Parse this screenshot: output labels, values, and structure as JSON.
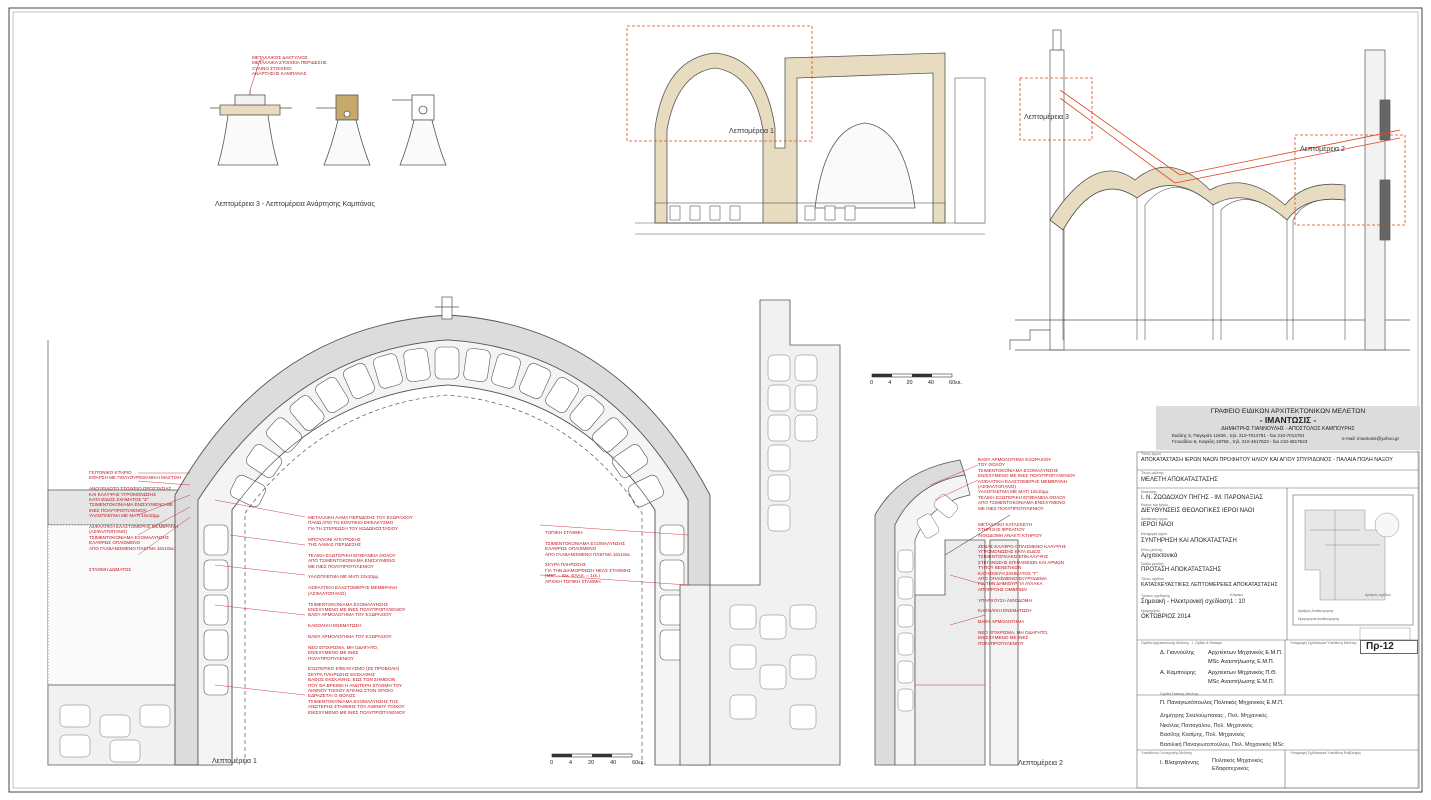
{
  "captions": {
    "bell_detail": "Λεπτομέρεια 3  -  Λεπτομέρεια Ανάρτησης Καμπάνας",
    "detail1_small": "Λεπτομέρεια 1",
    "detail3_small": "Λεπτομέρεια 3",
    "detail2_small": "Λεπτομέρεια 2",
    "detail1_large": "Λεπτομέρεια 1",
    "detail2_large": "Λεπτομέρεια 2"
  },
  "bell_notes": "ΜΕΤΑΛΛΙΚΟΣ ΔΑΚΤΥΛΙΟΣ\nΜΕΤΑΛΛΙΚΑ ΣΤΟΙΧΕΙΑ ΠΕΡΙΔΕΣΗΣ\nΞΥΛΙΝΟ ΣΤΟΙΧΕΙΟ\nΑΝΑΡΤΗΣΗΣ ΚΑΜΠΑΝΑΣ",
  "left_notes": "ΓΕΙΤΟΝΙΚΟ ΚΤΗΡΙΟ\nΕΦΑΡΣΗ ΜΕ ΠΟΛΥΟΥΡΕΘΑΝΙΚΗ ΜΑΣΤΙΧΗ\n\nΑΝΟΞΕΙΔΩΤΟ ΣΤΟΙΧΕΙΟ ΠΡΟΣΤΑΣΙΑΣ\nΚΑΙ ΚΑΛΥΨΗΣ ΥΓΡΟΜΟΝΩΣΗΣ\nΚΑΤΑ ΕΙΔΟΣ ΣΧΗΜΑΤΟΣ \"Z\"\nΤΣΙΜΕΝΤΟΚΟΝΙΑΜΑ ΕΝΙΣΧΥΜΕΝΟ ΜΕ\nΙΝΕΣ ΠΟΛΥΠΡΟΠΥΛΕΝΙΟΥ\nΥΑΛΟΠΛΕΓΜΑ ΜΕ ΜΑΤΙ 10x10μμ.\n\nΑΣΦΑΛΤΙΚΗ ΕΛΑΣΤΟΜΕΡΗΣ ΜΕΜΒΡΑΝΗ\n(ΑΣΦΑΛΤΟΠΑΝΟ)\nΤΣΙΜΕΝΤΟΚΟΝΙΑΜΑ ΕΞΟΜΑΛΥΝΣΗΣ\nΕΛΑΦΡΩΣ ΟΠΛΙΣΜΕΝΟ\nΑΠΟ ΓΑΛΒΑΝΙΣΜΕΝΟ ΠΛΕΓΜΑ 10x10εκ.\n\n\n\nΣΤΑΘΜΗ ΔΩΜΑΤΟΣ",
  "mid_notes": "ΜΕΤΑΛΛΙΚΗ ΛΑΜΑ ΠΕΡΙΔΕΣΗΣ ΤΟΥ ΕΞΩΡΑΧΙΟΥ\nΠΑΝΩ ΑΠΟ ΤΟ ΚΟΝΤΙΚΙΟ ΕΦΕΛΚΥΣΜΟ\nΓΙΑ ΤΗ ΣΤΕΡΕΩΣΗ ΤΟΥ ΚΩΔΩΝΟΣΤΑΣΙΟΥ\n\nΜΠΟΥΛΟΝΙ ΑΓΚΥΡΩΣΗΣ\nΤΗΣ ΛΑΜΑΣ ΠΕΡΙΔΕΣΗΣ\n\nΤΕΛΙΚΗ ΕΞΩΤΕΡΙΚΗ ΕΠΙΦΑΝΕΙΑ ΘΟΛΟΥ\nΑΠΟ ΤΣΙΜΕΝΤΟΚΟΝΙΑΜΑ ΕΝΙΣΧΥΜΕΝΟ\nΜΕ ΙΝΕΣ ΠΟΛΥΠΡΟΠΥΛΕΝΙΟΥ\n\nΥΑΛΟΠΛΕΓΜΑ ΜΕ ΜΑΤΙ 10x10μμ.\n\nΑΣΦΑΛΤΙΚΗ ΕΛΑΣΤΟΜΕΡΗΣ ΜΕΜΒΡΑΝΗ\n(ΑΣΦΑΛΤΟΠΑΝΟ)\n\nΤΣΙΜΕΝΤΟΚΟΝΙΑΜΑ ΕΞΟΜΑΛΥΝΣΗΣ\nΕΝΙΣΧΥΜΕΝΟ ΜΕ ΙΝΕΣ ΠΟΛΥΠΡΟΠΥΛΕΝΙΟΥ\nΒΑΘΥ ΑΡΜΟΛΟΓΗΜΑ ΤΟΥ ΕΞΩΡΑΧΙΟΥ\n\nΚΑΘΟΛΙΚΗ ΕΝΕΜΑΤΩΣΗ\n\nΒΑΘΥ ΑΡΜΟΛΟΓΗΜΑ ΤΟΥ ΕΞΩΡΑΧΙΟΥ\n\nΝΕΟ ΕΠΙΧΡΙΣΜΑ, ΜΗ ΟΔΗΓΗΤΟ,\nΕΝΙΣΧΥΜΕΝΟ ΜΕ ΙΝΕΣ\nΠΟΛΥΠΡΟΠΥΛΕΝΙΟΥ\n\nΕΞΩΤΕΡΙΚΟ ΕΦΕΛΚΥΣΜΟ (ΣΕ ΠΡΟΒΟΛΗ)\nΣΚΥΡΑ ΠΛΗΡΩΣΗΣ ΕΚΣΚΑΦΗΣ\nΒΑΘΟΣ ΕΚΣΚΑΦΗΣ, ΕΩΣ ΤΟΝ ΣΗΜΕΙΟΝ\nΠΟΥ ΘΑ ΒΡΕΘΕΙ Η ΑΝΩΤΕΡΗ ΣΤΑΘΜΗ ΤΟΥ\nΛΙΘΙΝΟΥ ΤΟΙΧΟΥ ΕΠΑΝΩ ΣΤΟΝ ΟΠΟΙΟ\nΕΔΡΑΖΕΤΑΙ Ο ΘΟΛΟΣ\nΤΣΙΜΕΝΤΟΚΟΝΙΑΜΑ ΕΞΟΜΑΛΥΝΣΗΣ ΤΗΣ\nΑΝΩΤΕΡΗΣ ΣΤΑΘΜΗΣ ΤΟΥ ΛΙΘΙΝΟΥ ΤΟΙΧΟΥ\nΕΝΙΣΧΥΜΕΝΟ ΜΕ ΙΝΕΣ ΠΟΛΥΠΡΟΠΥΛΕΝΙΟΥ",
  "center_notes": "ΤΟΠΙΚΗ ΣΤΑΘΜΗ\n\nΤΣΙΜΕΝΤΟΚΟΝΙΑΜΑ ΕΞΟΜΑΛΥΝΣΗΣ\nΕΛΑΦΡΩΣ ΟΠΛΙΣΜΕΝΟ\nΑΠΟ ΓΑΛΒΑΝΙΣΜΕΝΟ ΠΛΕΓΜΑ 10x10εκ.\n\nΣΚΥΡΑ ΠΛΗΡΩΣΗΣ\nΓΙΑ ΤΗΝ ΔΙΑΜΟΡΦΩΣΗ ΝΕΑΣ ΣΤΑΘΜΗΣ\n(ΜΕΓ. = 8εκ. ΕΛΑΧ. = 1εκ.)\nΑΡΧΙΚΗ ΤΟΠΙΚΗ ΣΤΑΘΜΗ",
  "right_notes": "ΒΑΘΥ ΑΡΜΟΛΟΓΗΜΑ ΕΞΩΡΑΧΙΟΥ\nΤΟΥ ΘΟΛΟΥ\nΤΣΙΜΕΝΤΟΚΟΝΙΑΜΑ ΕΞΟΜΑΛΥΝΣΗΣ\nΕΝΙΣΧΥΜΕΝΟ ΜΕ ΙΝΕΣ ΠΟΛΥΠΡΟΠΥΛΕΝΙΟΥ\nΑΣΦΑΛΤΙΚΗ ΕΛΑΣΤΟΜΕΡΗΣ ΜΕΜΒΡΑΝΗ\n(ΑΣΦΑΛΤΟΠΑΝΟ)\nΥΑΛΟΠΛΕΓΜΑ ΜΕ ΜΑΤΙ 10x10μμ.\nΤΕΛΙΚΗ ΕΞΩΤΕΡΙΚΗ ΕΠΙΦΑΝΕΙΑ ΘΟΛΟΥ\nΑΠΟ ΤΣΙΜΕΝΤΟΚΟΝΙΑΜΑ ΕΝΙΣΧΥΜΕΝΟ\nΜΕ ΙΝΕΣ ΠΟΛΥΠΡΟΠΥΛΕΝΙΟΥ\n\n\nΜΕΤΑΛΛΙΚΗ ΚΑΤΑΣΚΕΥΗ\nΣΤΗΡΙΞΗΣ ΦΡΕΑΤΙΟΥ\nΛΙΘΟΔΟΜΗ ΑΝΑΚΤΙ ΚΤΗΡΙΟΥ\n\nΖΕΝΑΣ ΕΛΑΦΡΟ ΟΠΛΙΣΜΕΝΟ ΚΑΛΥΨΗΣ\nΥΓΡΟΜΟΝΩΣΗΣ ΚΑΤΑ ΕΙΔΟΣ\nΤΣΙΜΕΝΤΟΠΛΑΚΟ ΕΠΙΚΑΛΥΨΗΣ\nΣΤΕΓΑΝΩΣΗΣ ΕΠΙΦΑΝΕΙΩΝ ΚΑΙ ΑΡΜΩΝ\nΤΥΠΟΥ ΒΕΝΕΤΙΚΟΝ\nΚΑΤΑΣΚΕΥΗ ΣΧΗΜΑΤΟΣ \"Γ\"\nΑΠΟ ΟΠΛΙΣΜΕΝΟ ΣΚΥΡΟΔΕΜΑ\nΓΙΑ ΤΗΝ ΔΗΜΙΟΥΡΓΙΑ ΑΥΛΑΚΑ\nΑΠΟΡΡΟΗΣ ΟΜΒΡΙΩΝ\n\nΥΠΑΡΧΟΥΣΑ ΛΙΘΟΔΟΜΗ\n\nΚΑΘΟΛΙΚΗ ΕΝΕΜΑΤΩΣΗ\n\nΒΑΘΥ ΑΡΜΟΛΟΓΗΜΑ\n\nΝΕΟ ΕΠΙΧΡΙΣΜΑ, ΜΗ ΟΔΗΓΗΤΟ,\nΕΝΙΣΧΥΜΕΝΟ ΜΕ ΙΝΕΣ\nΠΟΛΥΠΡΟΠΥΛΕΝΙΟΥ",
  "scale_bar": {
    "ticks": [
      "0",
      "4",
      "20",
      "40",
      "60εκ."
    ]
  },
  "office": {
    "name": "ΓΡΑΦΕΙΟ ΕΙΔΙΚΩΝ ΑΡΧΙΤΕΚΤΟΝΙΚΩΝ ΜΕΛΕΤΩΝ",
    "brand": "- ΙΜΑΝΤΩΣΙΣ -",
    "partners": "ΔΗΜΗΤΡΗΣ ΓΙΑΝΝΟΥΛΗΣ  -  ΑΠΟΣΤΟΛΟΣ ΚΑΜΠΟΥΡΗΣ",
    "address1": "Εκάλης 5, Παγκράτι 11636 , τηλ. 210-7014781 - fax 210-7014781",
    "address2": "Γενναδίου 6, Κυψέλη 18756 , τηλ. 210-4617623 - fax 210-4617623",
    "email": "e-mail: imantosis@yahoo.gr"
  },
  "title_block": {
    "fields": [
      {
        "label": "Τίτλος έργου",
        "value": "ΑΠΟΚΑΤΑΣΤΑΣΗ ΙΕΡΩΝ ΝΑΩΝ ΠΡΟΦΗΤΟΥ ΗΛΙΟΥ ΚΑΙ ΑΓΙΟΥ ΣΠΥΡΙΔΩΝΟΣ - ΠΑΛΑΙΑ ΠΟΛΗ ΝΑΞΟΥ"
      },
      {
        "label": "Τίτλος μελέτης",
        "value": "ΜΕΛΕΤΗ ΑΠΟΚΑΤΑΣΤΑΣΗΣ"
      },
      {
        "label": "Ιδιοκτήτης",
        "value": "Ι. Ν. ΖΩΟΔΟΧΟΥ ΠΗΓΗΣ - ΙΜ. ΠΑΡΟΝΑΞΙΑΣ"
      },
      {
        "label": "Κύριος του έργου",
        "value": "ΔΙΕΥΘΥΝΣΕΙΣ ΘΕΟΛΟΓΙΚΕΣ ΙΕΡΟΙ ΝΑΟΙ"
      },
      {
        "label": "Διεύθυνση έργου",
        "value": "ΙΕΡΟΙ ΝΑΟΙ"
      },
      {
        "label": "Κατηγορία έργου",
        "value": "ΣΥΝΤΗΡΗΣΗ ΚΑΙ ΑΠΟΚΑΤΑΣΤΑΣΗ"
      },
      {
        "label": "Είδος μελέτης",
        "value": "Αρχιτεκτονικά"
      },
      {
        "label": "Στάδιο μελέτης",
        "value": "ΠΡΟΤΑΣΗ ΑΠΟΚΑΤΑΣΤΑΣΗΣ"
      },
      {
        "label": "Τίτλος σχεδίου",
        "value": "ΚΑΤΑΣΚΕΥΑΣΤΙΚΕΣ ΛΕΠΤΟΜΕΡΕΙΕΣ ΑΠΟΚΑΤΑΣΤΑΣΗΣ"
      },
      {
        "label": "Τρόπος σχεδίασης",
        "value": "Σημειακή - Ηλεκτρονική σχεδίαση"
      },
      {
        "label": "Ημερομηνία",
        "value": "ΟΚΤΩΒΡΙΟΣ 2014"
      }
    ],
    "scale_label": "Κλίμακα",
    "scale": "1 : 10",
    "sheet_no_label": "Αριθμός σχεδίου",
    "sheet_no": "Πρ-12",
    "revision_label": "Αριθμός Αναθεώρησης",
    "revision_date_label": "Ημερομηνία Αναθεώρησης"
  },
  "team": {
    "architects_header": "Ομάδα Αρχιτεκτονικής Μελέτης - Ι. Ορθέα & Μπαίρα",
    "supervisor_header": "Υπογραφή Σχεδιάστρια Υπεύθυνη Μελέτης",
    "architects": [
      {
        "name": "Δ. Γιαννούλης",
        "role": "Αρχιτέκτων Μηχανικός Ε.Μ.Π.",
        "role2": "MSc Αναστήλωσης Ε.Μ.Π."
      },
      {
        "name": "Α. Καμπούρης",
        "role": "Αρχιτέκτων Μηχανικός Π.Θ.",
        "role2": "MSc Αναστήλωσης Ε.Μ.Π."
      }
    ],
    "static_header": "Ομάδα Στατικής Μελέτης",
    "static_lead": "Π. Παναγιωτόπουλος   Πολιτικός Μηχανικός Ε.Μ.Π.",
    "static_members": "Δημήτρης Σκαλούμπακας , Πολ. Μηχανικός.\nΝικόλας Παπαγάλου, Πολ. Μηχανικός\nΒασίλης Κασίμης, Πολ. Μηχανικός\nΒασιλική Παναγιωτοπούλου, Πολ. Μηχανικός MSc",
    "geo_header": "Υπεύθυνος Γεωτεχνικής Μελέτης",
    "geo_sign_header": "Υπογραφή Σχεδιάστρια Υπεύθυνη Επίβλεψης",
    "geo_name": "Ι. Βλαχογιάννης",
    "geo_role": "Πολιτικός Μηχανικός\nΕδαφοτεχνικός"
  },
  "colors": {
    "tan": "#e8dcc0",
    "stone_fill": "#f1f1f1",
    "annotation_red": "#c0141c",
    "detail_orange": "#e0461e",
    "office_header_bg": "#dcdcdc"
  }
}
